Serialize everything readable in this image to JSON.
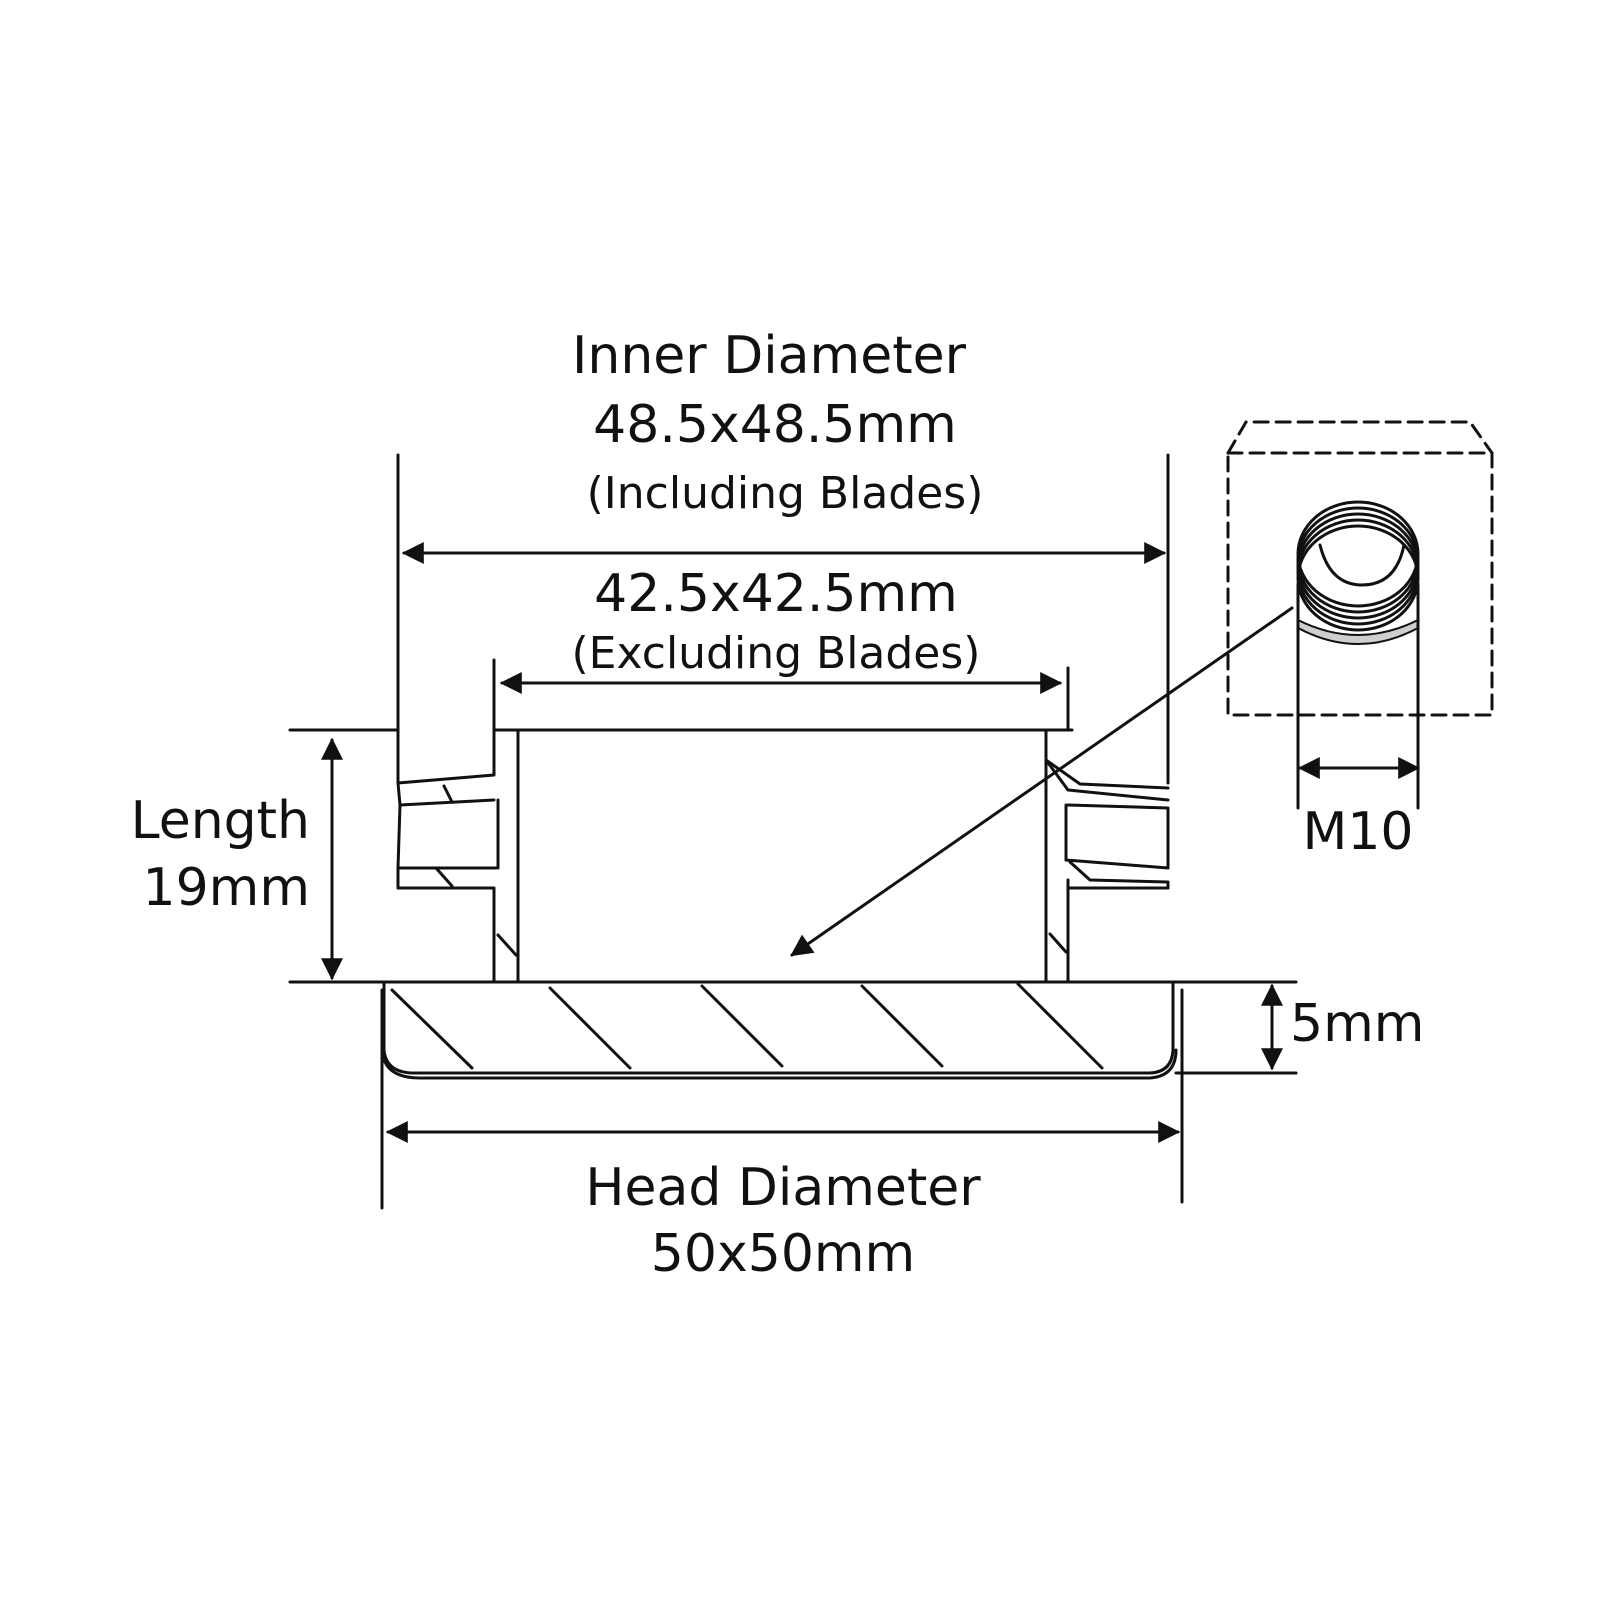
{
  "labels": {
    "inner_title": "Inner Diameter",
    "inner_value": "48.5x48.5mm",
    "inner_note": "(Including Blades)",
    "excl_value": "42.5x42.5mm",
    "excl_note": "(Excluding Blades)",
    "length_title": "Length",
    "length_value": "19mm",
    "head_thickness": "5mm",
    "head_title": "Head Diameter",
    "head_value": "50x50mm",
    "thread": "M10"
  },
  "colors": {
    "stroke": "#111111",
    "thread_shade": "#cfcfcf",
    "background": "#ffffff"
  }
}
